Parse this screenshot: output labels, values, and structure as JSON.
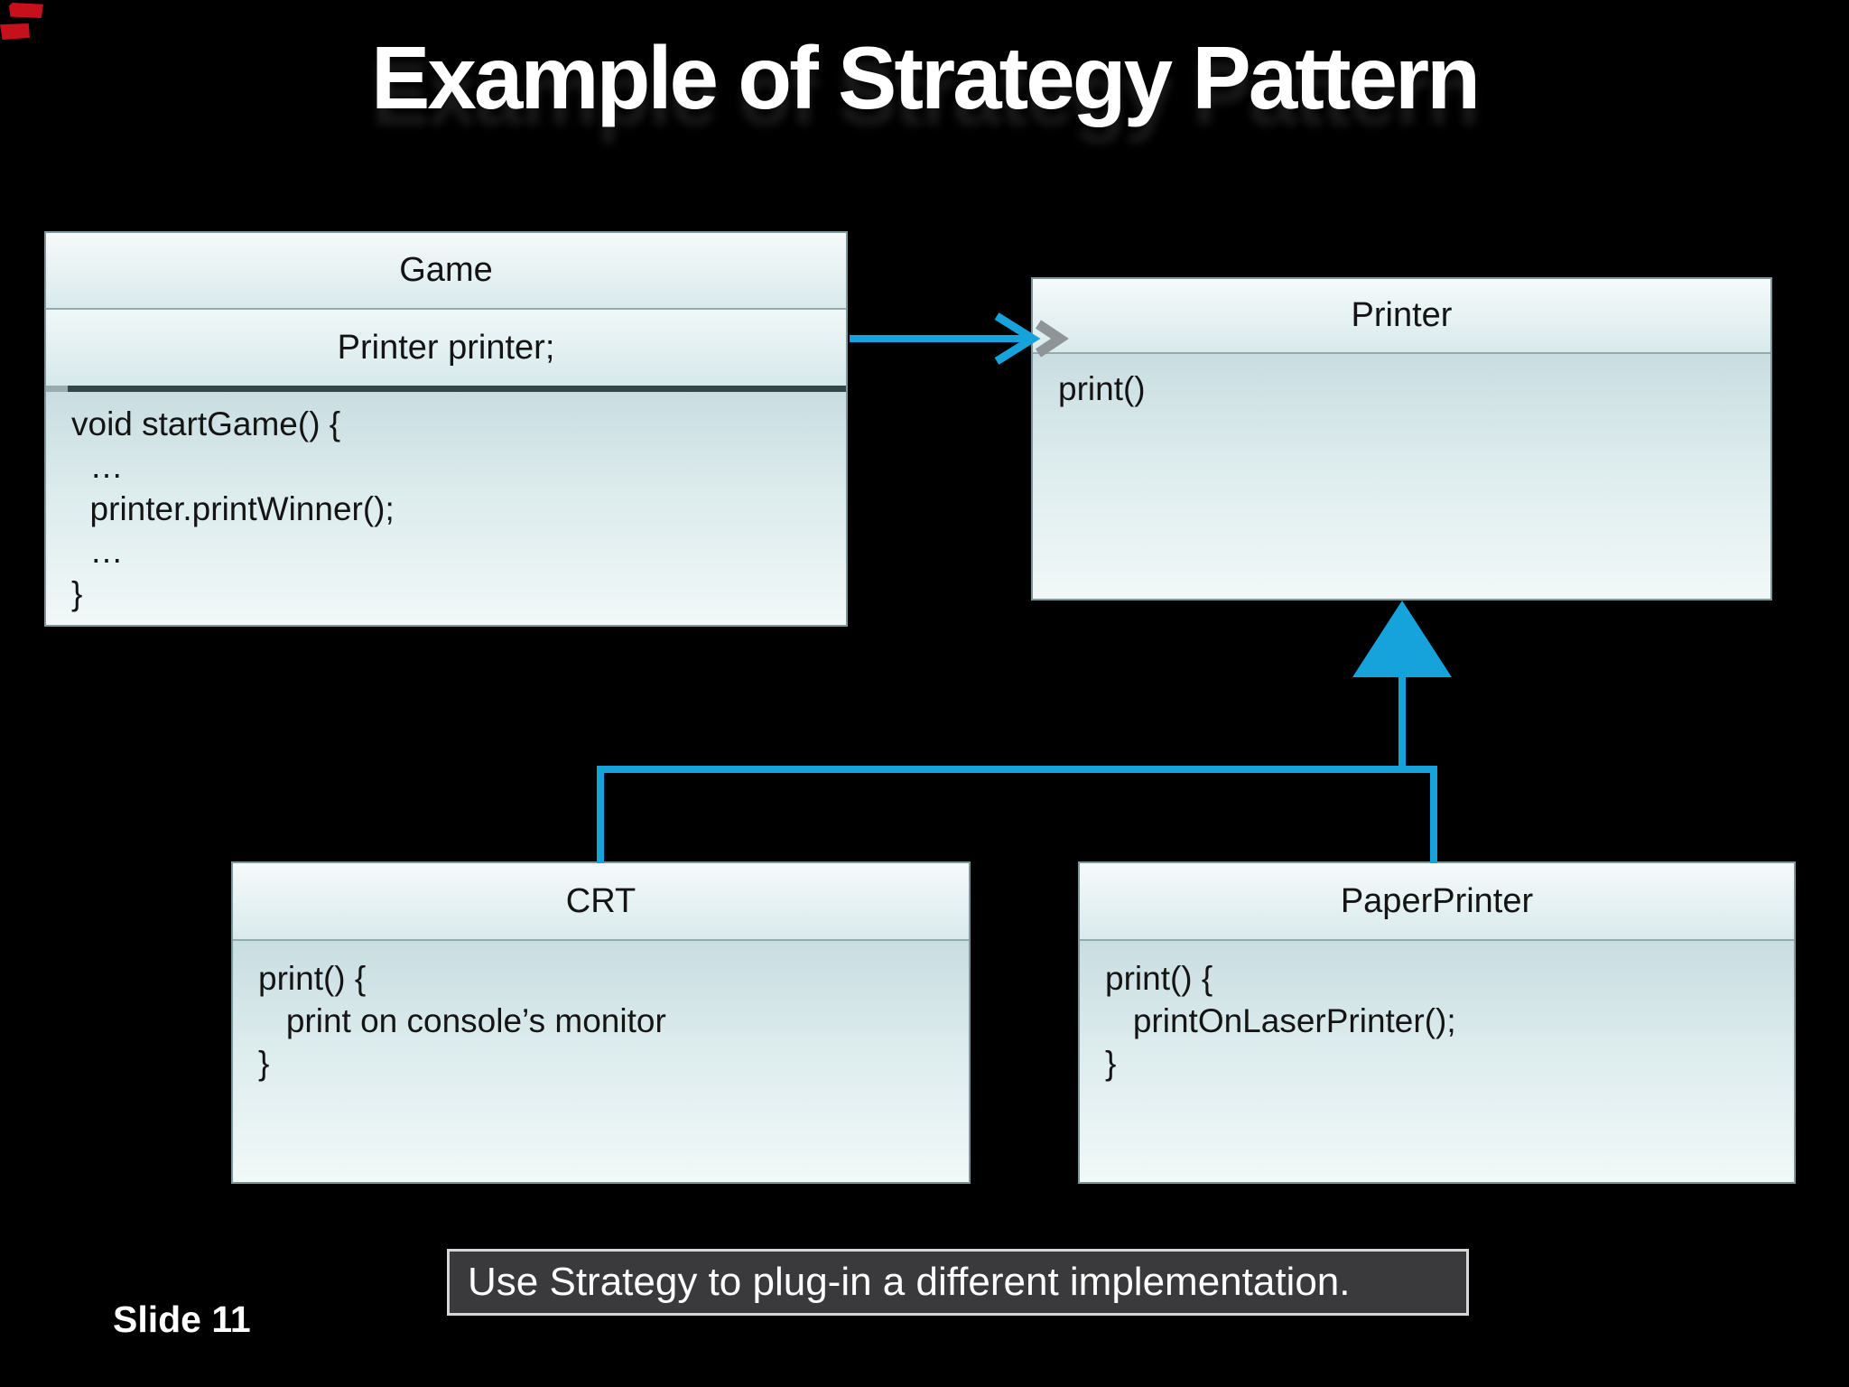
{
  "slide": {
    "title": "Example of Strategy Pattern",
    "slide_number": "Slide 11",
    "caption": "Use Strategy to plug-in a different implementation."
  },
  "classes": {
    "game": {
      "name": "Game",
      "field": "Printer printer;",
      "body": [
        "void startGame() {",
        "  …",
        "  printer.printWinner();",
        "  …",
        "}"
      ]
    },
    "printer": {
      "name": "Printer",
      "body": [
        "print()"
      ]
    },
    "crt": {
      "name": "CRT",
      "body": [
        "print() {",
        "   print on console’s monitor",
        "}"
      ]
    },
    "paperprinter": {
      "name": "PaperPrinter",
      "body": [
        "print() {",
        "   printOnLaserPrinter();",
        "}"
      ]
    }
  },
  "colors": {
    "accent_blue": "#16a3db",
    "red_mark": "#c6111c",
    "caption_bg": "#3a3a3c",
    "caption_border": "#d6d6d6"
  }
}
